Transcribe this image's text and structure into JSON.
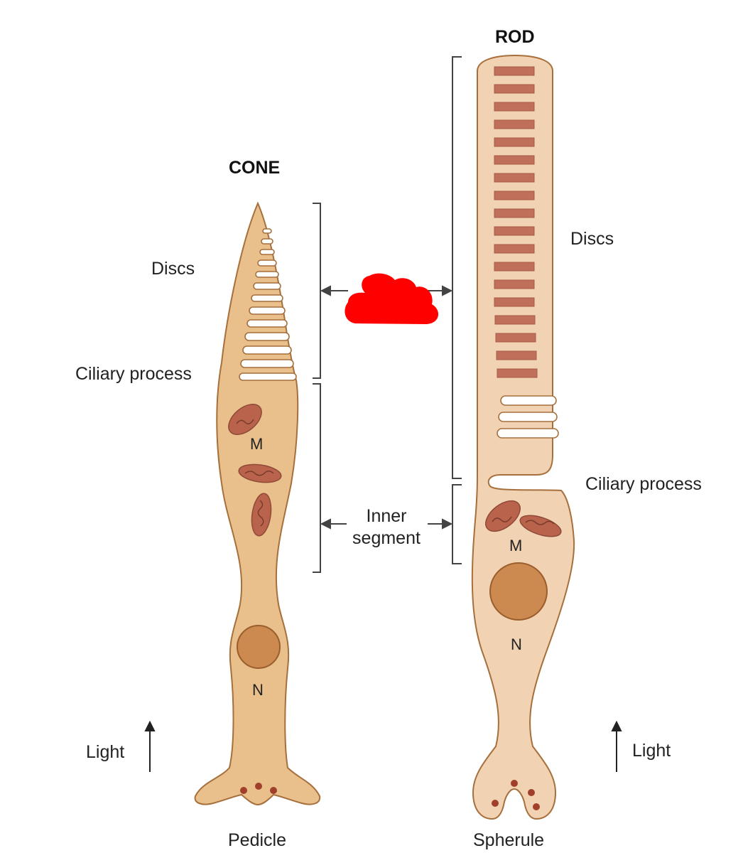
{
  "colors": {
    "cone_fill": "#e9c08c",
    "rod_fill": "#f1d2b2",
    "outline": "#a66f3c",
    "disc_dark": "#c0705a",
    "mito": "#b9634d",
    "nucleus": "#cc8a50",
    "blob": "#ff0000",
    "bracket": "#444444"
  },
  "cone": {
    "title": "CONE",
    "discs_label": "Discs",
    "ciliary_label": "Ciliary process",
    "mito_letter": "M",
    "nucleus_letter": "N",
    "base_label": "Pedicle",
    "light_label": "Light"
  },
  "rod": {
    "title": "ROD",
    "discs_label": "Discs",
    "ciliary_label": "Ciliary process",
    "mito_letter": "M",
    "nucleus_letter": "N",
    "base_label": "Spherule",
    "light_label": "Light"
  },
  "middle": {
    "inner_segment_label_line1": "Inner",
    "inner_segment_label_line2": "segment"
  }
}
